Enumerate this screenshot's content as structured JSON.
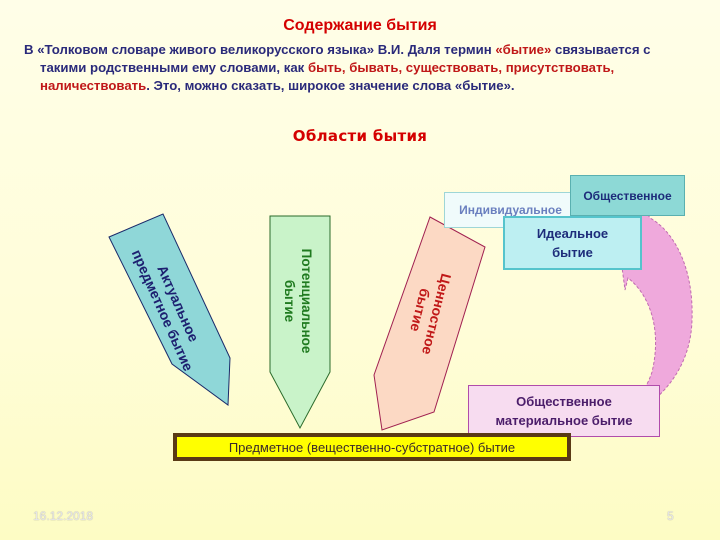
{
  "slide": {
    "title": "Содержание бытия",
    "intro": {
      "part1": "В «Толковом словаре живого великорусского языка» В.И. Даля термин ",
      "term": "«бытие»",
      "part2": " связывается с",
      "part3": "такими родственными ему словами, как ",
      "words1": "быть, бывать, существовать, присутствовать,",
      "words2": "наличествовать",
      "part4": ". Это, можно сказать, широкое значение слова «бытие»."
    },
    "subtitle": "Области бытия"
  },
  "diagram": {
    "arrows": {
      "actual": "Актуальное предметное бытие",
      "actual_line1": "Актуальное",
      "actual_line2": "предметное бытие",
      "potential_line1": "Потенциальное",
      "potential_line2": "бытие",
      "value_line1": "Ценностное",
      "value_line2": "бытие"
    },
    "boxes": {
      "individual": "Индивидуальное",
      "social": "Общественное",
      "ideal_line1": "Идеальное",
      "ideal_line2": "бытие",
      "material_line1": "Общественное",
      "material_line2": "материальное бытие",
      "base": "Предметное (вещественно-субстратное) бытие"
    },
    "colors": {
      "actual_fill": "#8fd7d8",
      "potential_fill": "#c9f3c9",
      "value_fill": "#fcd9c4",
      "curved_arrow_fill": "#efa9dc",
      "base_fill": "#ffff00",
      "base_border": "#5a3a15"
    }
  },
  "footer": {
    "date": "16.12.2018",
    "page": "5"
  }
}
